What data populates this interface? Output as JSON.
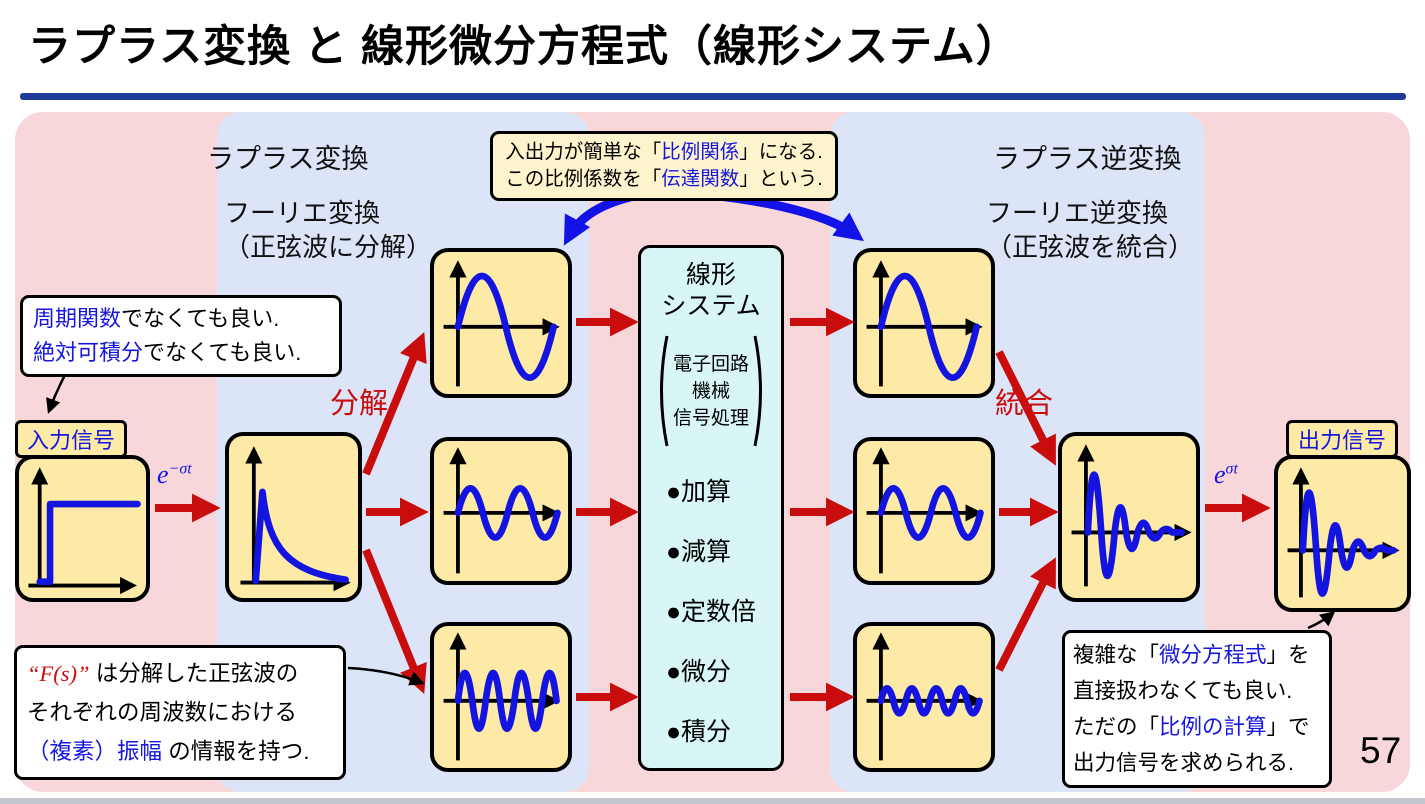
{
  "title": "ラプラス変換 と 線形微分方程式（線形システム）",
  "page_number": "57",
  "regions": {
    "laplace": "ラプラス変換",
    "laplace_inverse": "ラプラス逆変換",
    "fourier": "フーリエ変換",
    "fourier_note": "（正弦波に分解）",
    "fourier_inverse": "フーリエ逆変換",
    "fourier_inverse_note": "（正弦波を統合）"
  },
  "flow": {
    "input_label": "入力信号",
    "output_label": "出力信号",
    "decompose": "分解",
    "integrate": "統合"
  },
  "math": {
    "exp_neg": {
      "base": "e",
      "sup": "−σt"
    },
    "exp_pos": {
      "base": "e",
      "sup": "σt"
    }
  },
  "system": {
    "name_line1": "線形",
    "name_line2": "システム",
    "domains": [
      "電子回路",
      "機械",
      "信号処理"
    ],
    "operations": [
      "●加算",
      "●減算",
      "●定数倍",
      "●微分",
      "●積分"
    ]
  },
  "callouts": {
    "transfer": {
      "lines": [
        [
          {
            "t": "入出力が簡単な「"
          },
          {
            "t": "比例関係",
            "c": "b"
          },
          {
            "t": "」になる."
          }
        ],
        [
          {
            "t": "この比例係数を「"
          },
          {
            "t": "伝達関数",
            "c": "b"
          },
          {
            "t": "」という."
          }
        ]
      ]
    },
    "periodic": {
      "lines": [
        [
          {
            "t": "周期関数",
            "c": "b"
          },
          {
            "t": "でなくても良い."
          }
        ],
        [
          {
            "t": "絶対可積分",
            "c": "b"
          },
          {
            "t": "でなくても良い."
          }
        ]
      ]
    },
    "fs": {
      "lines": [
        [
          {
            "t": "“F(s)”",
            "c": "r",
            "i": true
          },
          {
            "t": " は分解した正弦波の"
          }
        ],
        [
          {
            "t": "それぞれの周波数における"
          }
        ],
        [
          {
            "t": "（複素）振幅",
            "c": "b"
          },
          {
            "t": " の情報を持つ."
          }
        ]
      ]
    },
    "ode": {
      "lines": [
        [
          {
            "t": "複雑な「"
          },
          {
            "t": "微分方程式",
            "c": "b"
          },
          {
            "t": "」を"
          }
        ],
        [
          {
            "t": "直接扱わなくても良い."
          }
        ],
        [
          {
            "t": "ただの「"
          },
          {
            "t": "比例の計算",
            "c": "b"
          },
          {
            "t": "」で"
          }
        ],
        [
          {
            "t": "出力信号を求められる."
          }
        ]
      ]
    }
  },
  "colors": {
    "accent_blue": "#1616dd",
    "signal_blue": "#1414e0",
    "arrow_red": "#c90d0d",
    "transfer_arrow_blue": "#1313e8",
    "background_pink": "#f8d7db",
    "band_blue": "#dce4f7",
    "box_yellow": "#fdeaa6",
    "callout_yellow": "#fdf3cd",
    "system_cyan": "#d8f6f6",
    "underline_navy": "#203a9a"
  }
}
